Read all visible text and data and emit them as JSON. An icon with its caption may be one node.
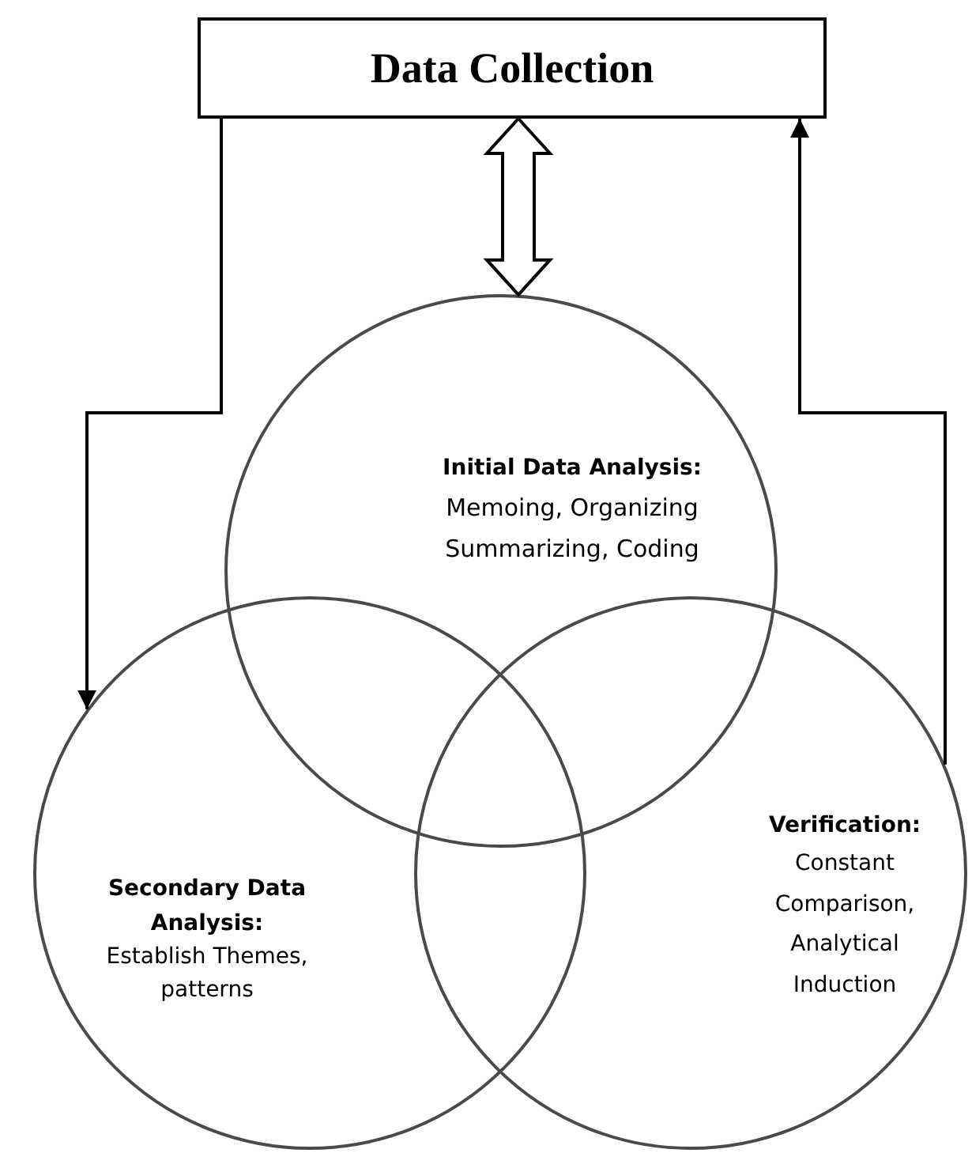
{
  "diagram": {
    "nodes": [
      {
        "text": [
          "Data Collection"
        ]
      },
      {
        "text": [
          "Initial Data Analysis:",
          "Memoing, Organizing Summarizing, Coding"
        ]
      },
      {
        "text": [
          "Secondary Data Analysis:",
          "Establish Themes, patterns"
        ]
      },
      {
        "text": [
          "Verification:",
          "Constant Comparison, Analytical Induction"
        ]
      }
    ],
    "edges": [
      {
        "from": 0,
        "to": 1,
        "arrow": "both",
        "style": "thick"
      },
      {
        "from": 0,
        "to": 2,
        "arrow": "to"
      },
      {
        "from": 3,
        "to": 0,
        "arrow": "to"
      }
    ]
  }
}
